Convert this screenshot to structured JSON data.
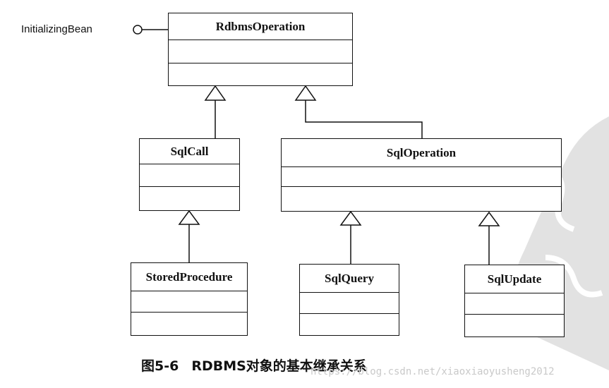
{
  "interface": {
    "name": "InitializingBean"
  },
  "classes": {
    "rdbms_operation": "RdbmsOperation",
    "sql_call": "SqlCall",
    "sql_operation": "SqlOperation",
    "stored_procedure": "StoredProcedure",
    "sql_query": "SqlQuery",
    "sql_update": "SqlUpdate"
  },
  "caption": {
    "number": "图5-6",
    "text": "RDBMS对象的基本继承关系"
  },
  "watermark": "https://blog.csdn.net/xiaoxiaoyusheng2012"
}
